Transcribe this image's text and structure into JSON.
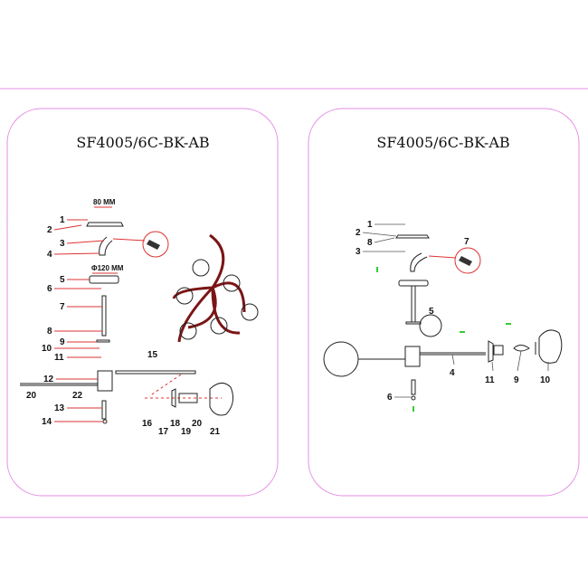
{
  "left_panel": {
    "title": "SF4005/6C-BK-AB",
    "dim_canopy": "80 MM",
    "dim_plate": "Φ120 MM",
    "labels": [
      "1",
      "2",
      "3",
      "4",
      "5",
      "6",
      "7",
      "8",
      "9",
      "10",
      "11",
      "12",
      "13",
      "14",
      "15",
      "16",
      "17",
      "18",
      "19",
      "20",
      "21",
      "20",
      "22"
    ]
  },
  "right_panel": {
    "title": "SF4005/6C-BK-AB",
    "labels": [
      "1",
      "2",
      "8",
      "3",
      "7",
      "5",
      "4",
      "11",
      "9",
      "10",
      "6"
    ]
  },
  "colors": {
    "border": "#e070e0",
    "leader": "#dd3333",
    "arm": "#7a1515",
    "hint": "#33cc33"
  }
}
